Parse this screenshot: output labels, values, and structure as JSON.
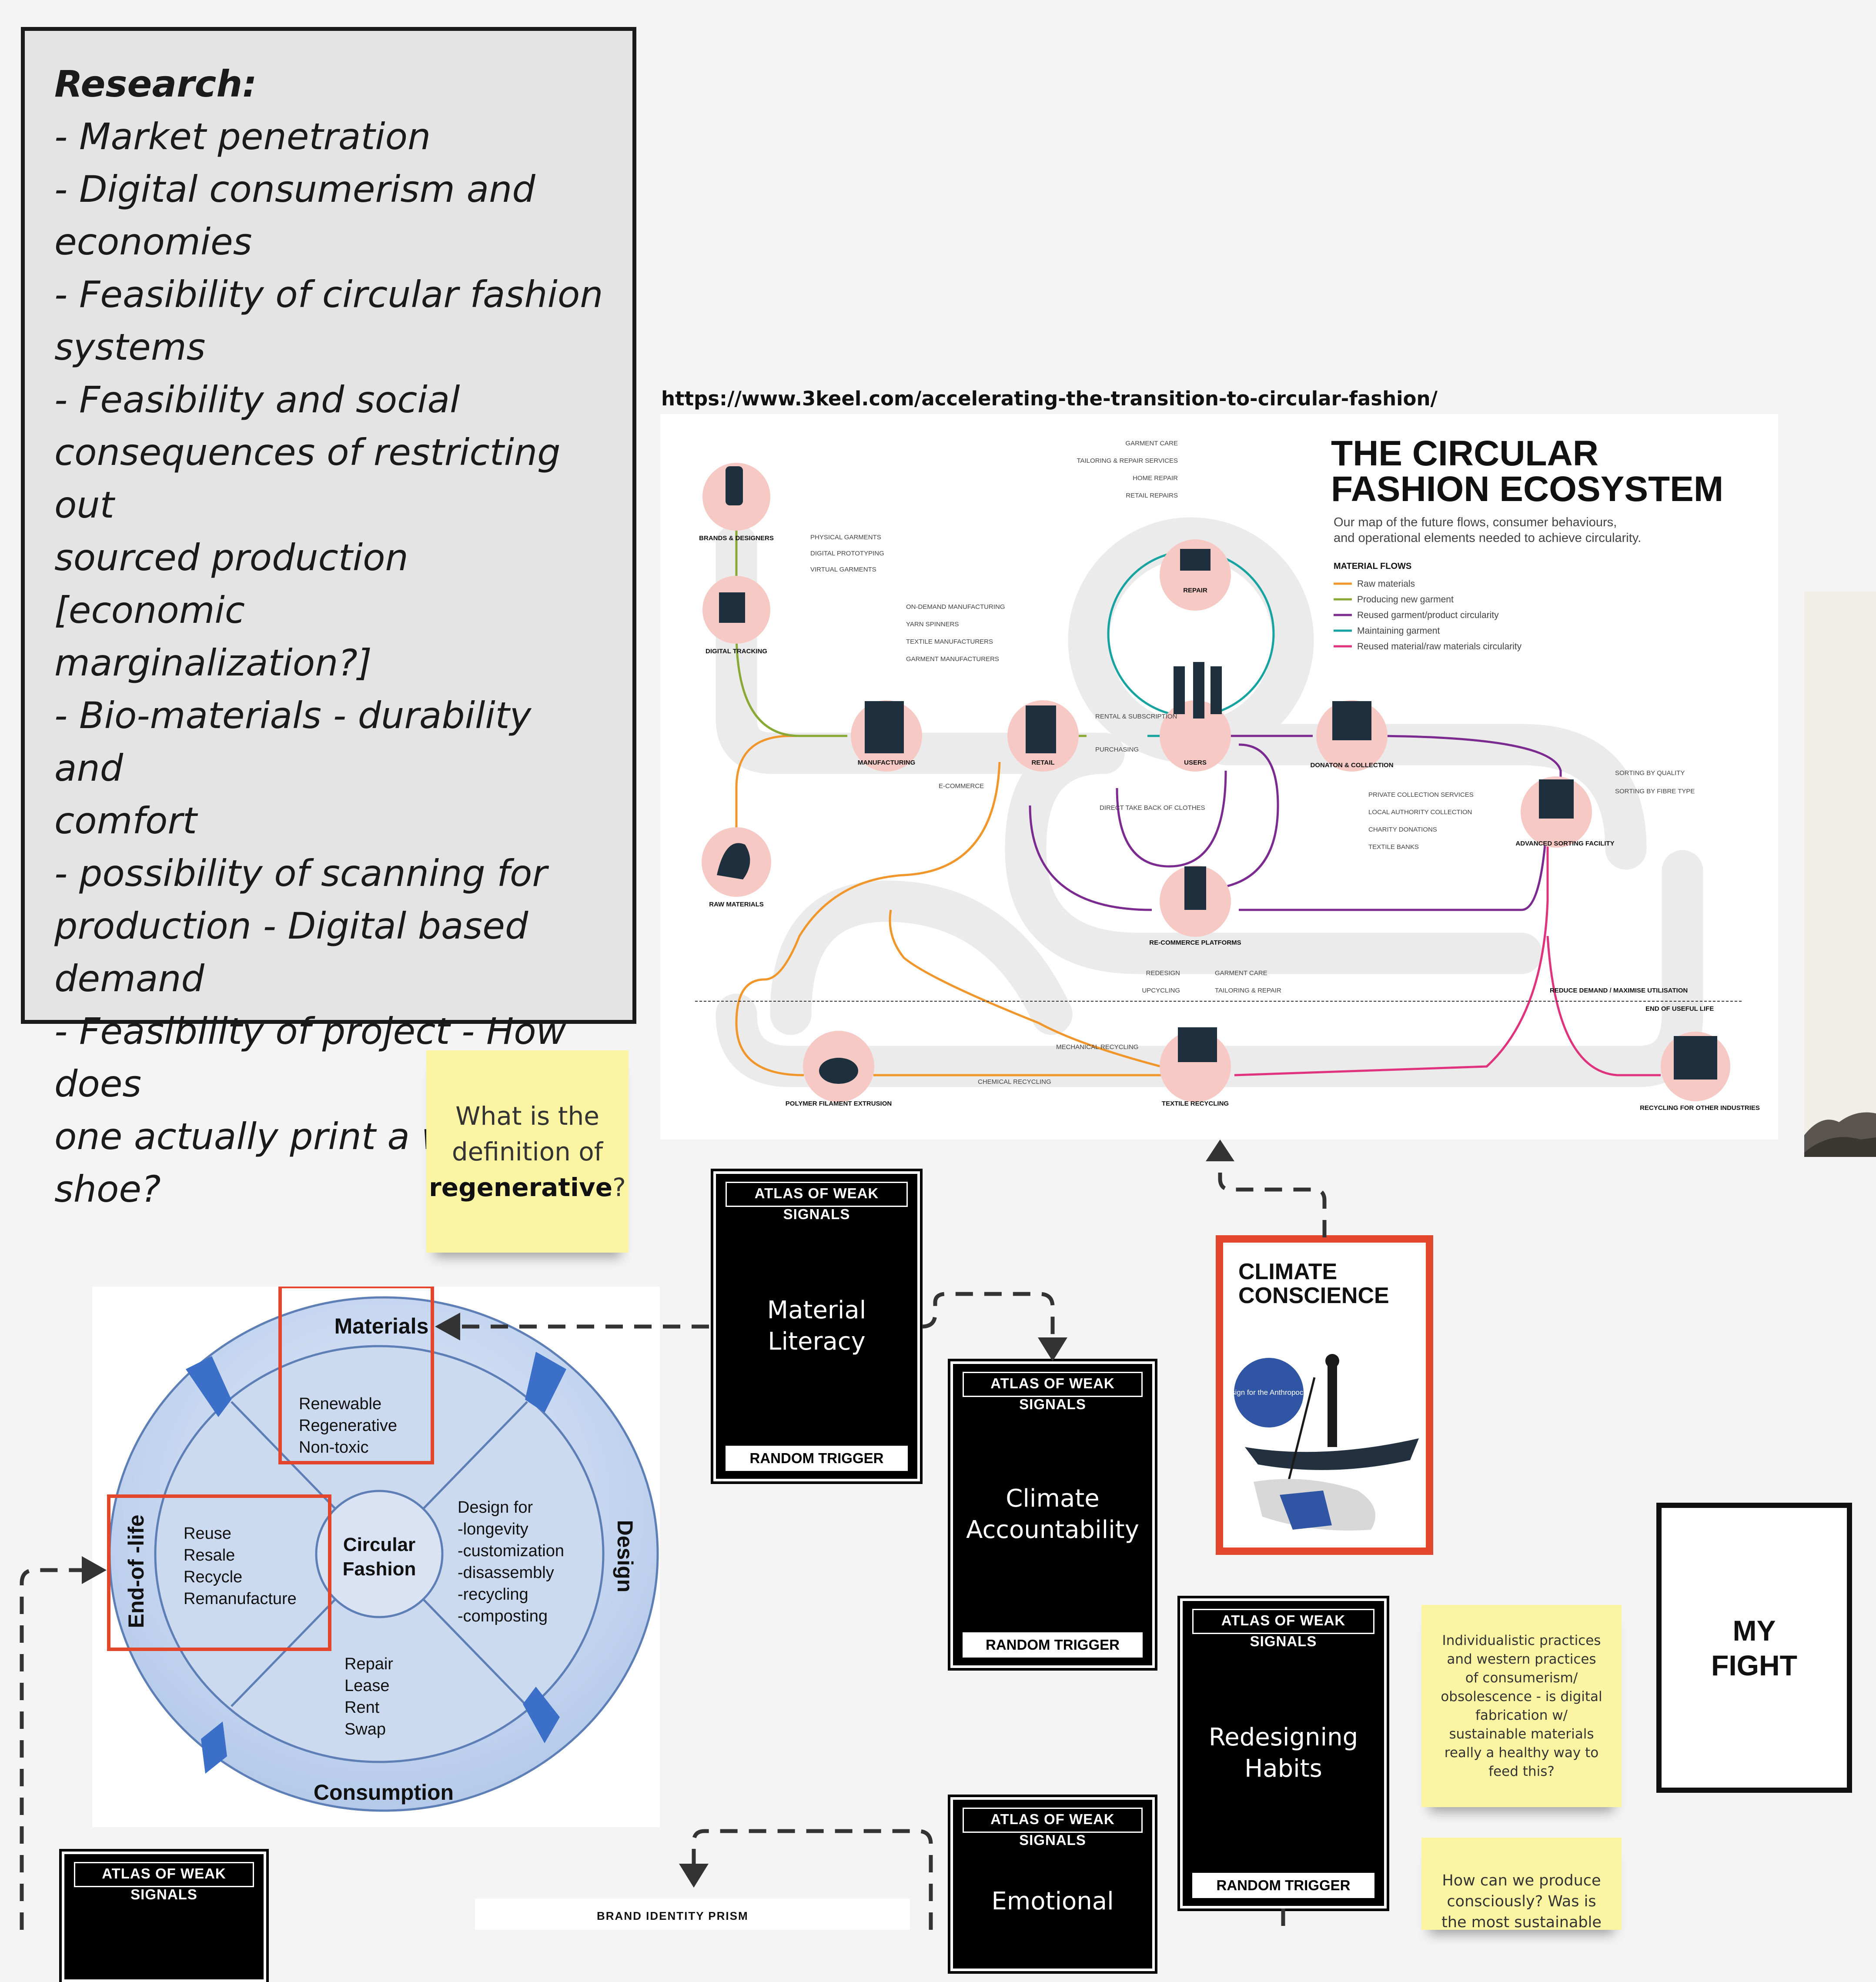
{
  "research": {
    "title": "Research:",
    "lines": [
      "- Market penetration",
      "- Digital consumerism and",
      "economies",
      "- Feasibility of circular fashion",
      "systems",
      "- Feasibility and social",
      "consequences of restricting out",
      "sourced production [economic",
      "marginalization?]",
      "- Bio-materials - durability and",
      "comfort",
      "- possibility of scanning for",
      "production - Digital based",
      "demand",
      "- Feasibility of project - How does",
      "one actually print a wearable",
      "shoe?"
    ]
  },
  "source_url": "https://www.3keel.com/accelerating-the-transition-to-circular-fashion/",
  "ecosystem": {
    "title_line1": "THE CIRCULAR",
    "title_line2": "FASHION ECOSYSTEM",
    "subtitle_line1": "Our map of the future flows, consumer behaviours,",
    "subtitle_line2": "and operational elements needed to achieve circularity.",
    "legend_title": "MATERIAL FLOWS",
    "legend": [
      {
        "label": "Raw materials",
        "color": "#f0962a"
      },
      {
        "label": "Producing new garment",
        "color": "#8aa834"
      },
      {
        "label": "Reused garment/product circularity",
        "color": "#7b2a8f"
      },
      {
        "label": "Maintaining garment",
        "color": "#17a3a0"
      },
      {
        "label": "Reused material/raw materials circularity",
        "color": "#e0337e"
      }
    ],
    "nodes": {
      "a": "BRANDS & DESIGNERS",
      "b": "DIGITAL TRACKING",
      "c": "RAW MATERIALS",
      "d": "MANUFACTURING",
      "e": "RETAIL",
      "f": "USERS",
      "g": "REPAIR",
      "h": "RE-COMMERCE PLATFORMS",
      "i": "DONATON & COLLECTION",
      "j": "ADVANCED SORTING FACILITY",
      "k": "RECYCLING FOR OTHER INDUSTRIES",
      "l": "TEXTILE RECYCLING",
      "m": "POLYMER FILAMENT EXTRUSION"
    },
    "notes": {
      "repair": [
        "GARMENT CARE",
        "TAILORING & REPAIR SERVICES",
        "HOME REPAIR",
        "RETAIL REPAIRS"
      ],
      "brands": [
        "PHYSICAL GARMENTS",
        "DIGITAL PROTOTYPING",
        "VIRTUAL GARMENTS"
      ],
      "manufacturing": [
        "ON-DEMAND MANUFACTURING",
        "YARN SPINNERS",
        "TEXTILE MANUFACTURERS",
        "GARMENT MANUFACTURERS"
      ],
      "collection": [
        "PRIVATE COLLECTION SERVICES",
        "LOCAL AUTHORITY COLLECTION",
        "CHARITY DONATIONS",
        "TEXTILE BANKS"
      ],
      "sorting": [
        "SORTING BY QUALITY",
        "SORTING BY FIBRE TYPE"
      ],
      "rental": "RENTAL & SUBSCRIPTION",
      "purchasing": "PURCHASING",
      "ecommerce": "E-COMMERCE",
      "takeback": "DIRECT TAKE BACK OF CLOTHES",
      "recommerce_left": [
        "REDESIGN",
        "UPCYCLING"
      ],
      "recommerce_right": [
        "GARMENT CARE",
        "TAILORING & REPAIR"
      ],
      "mechanical": "MECHANICAL RECYCLING",
      "chemical": "CHEMICAL RECYCLING",
      "reduce": "REDUCE DEMAND / MAXIMISE UTILISATION",
      "end": "END OF USEFUL LIFE"
    }
  },
  "sticky_regen": {
    "before": "What is the definition of ",
    "bold": "regenerative",
    "after": "?"
  },
  "sticky_indiv": "Individualistic practices and western practices of consumerism/ obsolescence - is digital fabrication w/ sustainable materials really a healthy way to feed this?",
  "sticky_how": "How can we produce consciously? Was is the most sustainable",
  "cards": {
    "header": "ATLAS OF WEAK SIGNALS",
    "footer": "RANDOM TRIGGER",
    "material": "Material Literacy",
    "climate": "Climate Accountability",
    "habits": "Redesigning Habits",
    "emotional": "Emotional"
  },
  "climate_conscience": {
    "title_line1": "CLIMATE",
    "title_line2": "CONSCIENCE",
    "badge": "Design for the Anthropocene"
  },
  "my_fight": {
    "line1": "MY",
    "line2": "FIGHT"
  },
  "circular_fashion": {
    "center_line1": "Circular",
    "center_line2": "Fashion",
    "materials": "Materials",
    "materials_items": [
      "Renewable",
      "Regenerative",
      "Non-toxic"
    ],
    "design": "Design",
    "design_items": [
      "Design for",
      "-longevity",
      "-customization",
      "-disassembly",
      "-recycling",
      "-composting"
    ],
    "consumption": "Consumption",
    "consumption_items": [
      "Repair",
      "Lease",
      "Rent",
      "Swap"
    ],
    "eol": "End-of -life",
    "eol_items": [
      "Reuse",
      "Resale",
      "Recycle",
      "Remanufacture"
    ]
  },
  "prism": "BRAND IDENTITY PRISM",
  "colors": {
    "highlight": "#e2462c",
    "sticky": "#fbf4a2",
    "card": "#000000"
  }
}
